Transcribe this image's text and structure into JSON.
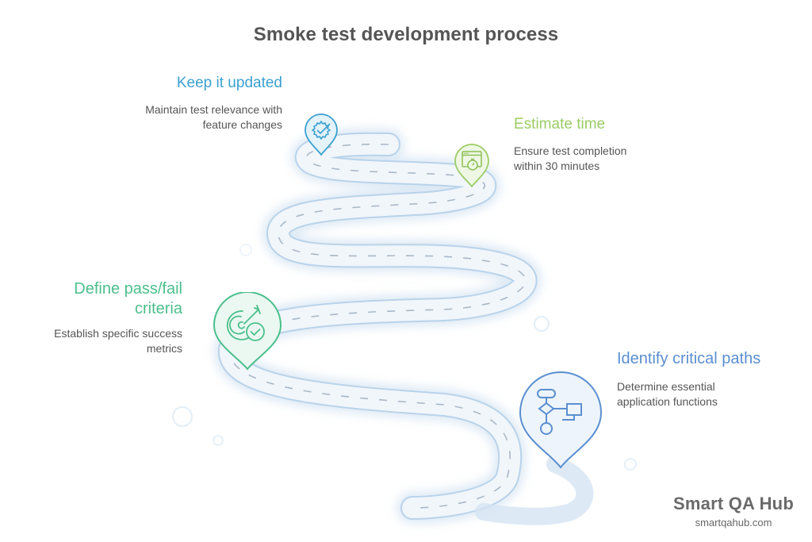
{
  "title": "Smoke test development process",
  "steps": [
    {
      "id": "keep-updated",
      "title": "Keep it updated",
      "description_lines": [
        "Maintain test relevance with",
        "feature changes"
      ],
      "icon": "gear-check-icon",
      "color": "#3aa0d0"
    },
    {
      "id": "estimate-time",
      "title": "Estimate time",
      "description_lines": [
        "Ensure test completion",
        "within 30 minutes"
      ],
      "icon": "browser-stopwatch-icon",
      "color": "#9ccc65"
    },
    {
      "id": "define-criteria",
      "title_lines": [
        "Define pass/fail",
        "criteria"
      ],
      "description_lines": [
        "Establish specific success",
        "metrics"
      ],
      "icon": "target-check-icon",
      "color": "#4cbf8c"
    },
    {
      "id": "identify-paths",
      "title": "Identify critical paths",
      "description_lines": [
        "Determine essential",
        "application functions"
      ],
      "icon": "flowchart-icon",
      "color": "#5b8fd0"
    }
  ],
  "logo": {
    "name": "Smart QA Hub",
    "url": "smartqahub.com"
  }
}
